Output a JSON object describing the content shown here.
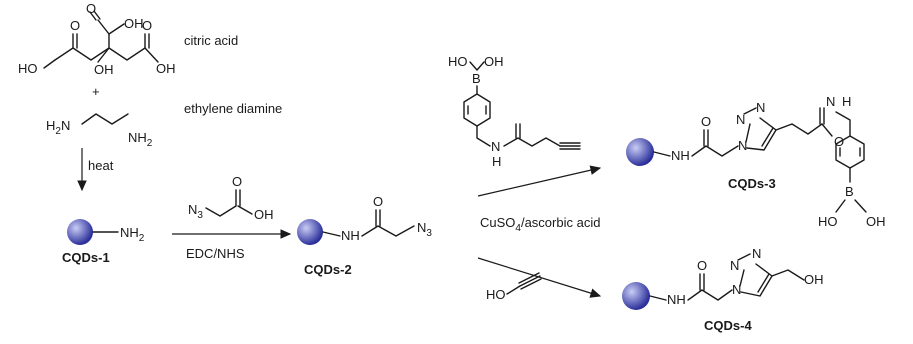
{
  "reagents": {
    "citric_acid": "citric acid",
    "plus": "+",
    "ethylene_diamine": "ethylene diamine",
    "heat": "heat",
    "edc_nhs": "EDC/NHS",
    "cuso4": "CuSO",
    "cuso4_sub": "4",
    "cuso4_suffix": "/ascorbic acid"
  },
  "products": {
    "cqds1": "CQDs-1",
    "cqds2": "CQDs-2",
    "cqds3": "CQDs-3",
    "cqds4": "CQDs-4"
  },
  "atoms": {
    "OH": "OH",
    "HO": "HO",
    "O": "O",
    "N": "N",
    "NH": "NH",
    "H": "H",
    "B": "B",
    "H2N": "H",
    "NH2": "NH",
    "N3": "N",
    "sub2": "2",
    "sub3": "3"
  },
  "colors": {
    "sphere_light": "#c9cdf5",
    "sphere_dark": "#2b2f9a"
  }
}
